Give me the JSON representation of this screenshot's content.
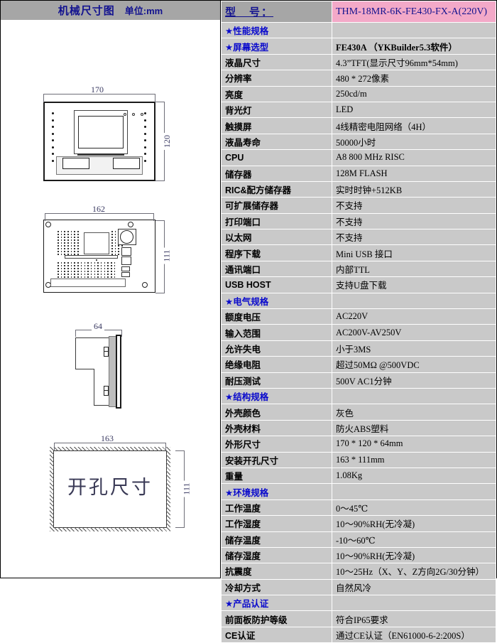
{
  "left_panel": {
    "title": "机械尺寸图",
    "unit_label": "单位:mm",
    "views": {
      "front": {
        "width_dim": "170",
        "height_dim": "120"
      },
      "rear": {
        "width_dim": "162",
        "height_dim": "111"
      },
      "side": {
        "depth_dim": "64"
      },
      "cutout": {
        "width_dim": "163",
        "height_dim": "111",
        "caption": "开孔尺寸"
      }
    }
  },
  "spec_table": {
    "header": {
      "key": "型　号：",
      "value": "THM-18MR-6K-FE430-FX-A(220V)"
    },
    "rows": [
      {
        "key": "★性能规格",
        "value": "",
        "type": "section"
      },
      {
        "key": "★屏幕选型",
        "value": "FE430A  （YKBuilder5.3软件）",
        "type": "section",
        "highlight": "yellow"
      },
      {
        "key": "液晶尺寸",
        "value": "4.3”TFT(显示尺寸96mm*54mm)",
        "type": "normal"
      },
      {
        "key": "分辨率",
        "value": "480 * 272像素",
        "type": "normal"
      },
      {
        "key": "亮度",
        "value": "250cd/m",
        "type": "normal"
      },
      {
        "key": "背光灯",
        "value": "LED",
        "type": "normal"
      },
      {
        "key": "触摸屏",
        "value": "4线精密电阻网络（4H）",
        "type": "normal"
      },
      {
        "key": "液晶寿命",
        "value": "50000小时",
        "type": "normal"
      },
      {
        "key": "CPU",
        "value": "A8 800 MHz RISC",
        "type": "normal"
      },
      {
        "key": "储存器",
        "value": "128M FLASH",
        "type": "normal"
      },
      {
        "key": "RIC&配方储存器",
        "value": "实时时钟+512KB",
        "type": "normal"
      },
      {
        "key": "可扩展储存器",
        "value": "不支持",
        "type": "normal"
      },
      {
        "key": "打印端口",
        "value": "不支持",
        "type": "normal"
      },
      {
        "key": "以太网",
        "value": "不支持",
        "type": "normal"
      },
      {
        "key": "程序下载",
        "value": "Mini USB 接口",
        "type": "normal"
      },
      {
        "key": "通讯端口",
        "value": "内部TTL",
        "type": "normal"
      },
      {
        "key": "USB HOST",
        "value": "支持U盘下载",
        "type": "normal"
      },
      {
        "key": "★电气规格",
        "value": "",
        "type": "section"
      },
      {
        "key": "额度电压",
        "value": "AC220V",
        "type": "normal"
      },
      {
        "key": "输入范围",
        "value": "AC200V-AV250V",
        "type": "normal"
      },
      {
        "key": "允许失电",
        "value": "小于3MS",
        "type": "normal"
      },
      {
        "key": "绝缘电阻",
        "value": "超过50MΩ @500VDC",
        "type": "normal"
      },
      {
        "key": "耐压测试",
        "value": "500V AC1分钟",
        "type": "normal"
      },
      {
        "key": "★结构规格",
        "value": "",
        "type": "section"
      },
      {
        "key": "外壳颜色",
        "value": "灰色",
        "type": "normal"
      },
      {
        "key": "外壳材料",
        "value": "防火ABS塑料",
        "type": "normal"
      },
      {
        "key": "外形尺寸",
        "value": "170 * 120 * 64mm",
        "type": "normal",
        "highlight": "gold"
      },
      {
        "key": "安装开孔尺寸",
        "value": "163 * 111mm",
        "type": "normal",
        "highlight": "gold"
      },
      {
        "key": "重量",
        "value": "1.08Kg",
        "type": "normal"
      },
      {
        "key": "★环境规格",
        "value": "",
        "type": "section"
      },
      {
        "key": "工作温度",
        "value": "0～45℃",
        "type": "normal"
      },
      {
        "key": "工作湿度",
        "value": "10～90%RH(无冷凝)",
        "type": "normal"
      },
      {
        "key": "储存温度",
        "value": "-10～60℃",
        "type": "normal"
      },
      {
        "key": "储存湿度",
        "value": "10～90%RH(无冷凝)",
        "type": "normal"
      },
      {
        "key": "抗震度",
        "value": "10～25Hz（X、Y、Z方向2G/30分钟）",
        "type": "normal"
      },
      {
        "key": "冷却方式",
        "value": "自然风冷",
        "type": "normal"
      },
      {
        "key": "★产品认证",
        "value": "",
        "type": "section"
      },
      {
        "key": "前面板防护等级",
        "value": "符合IP65要求",
        "type": "normal"
      },
      {
        "key": "CE认证",
        "value": "通过CE认证（EN61000-6-2:200S）",
        "type": "normal"
      }
    ]
  },
  "colors": {
    "header_bg": "#a6a6a6",
    "row_bg": "#c9c9c9",
    "model_bg": "#f3a9c8",
    "highlight_yellow": "#ffff00",
    "highlight_gold": "#ffc800",
    "section_text": "#0a0acc",
    "title_text": "#12128f"
  }
}
